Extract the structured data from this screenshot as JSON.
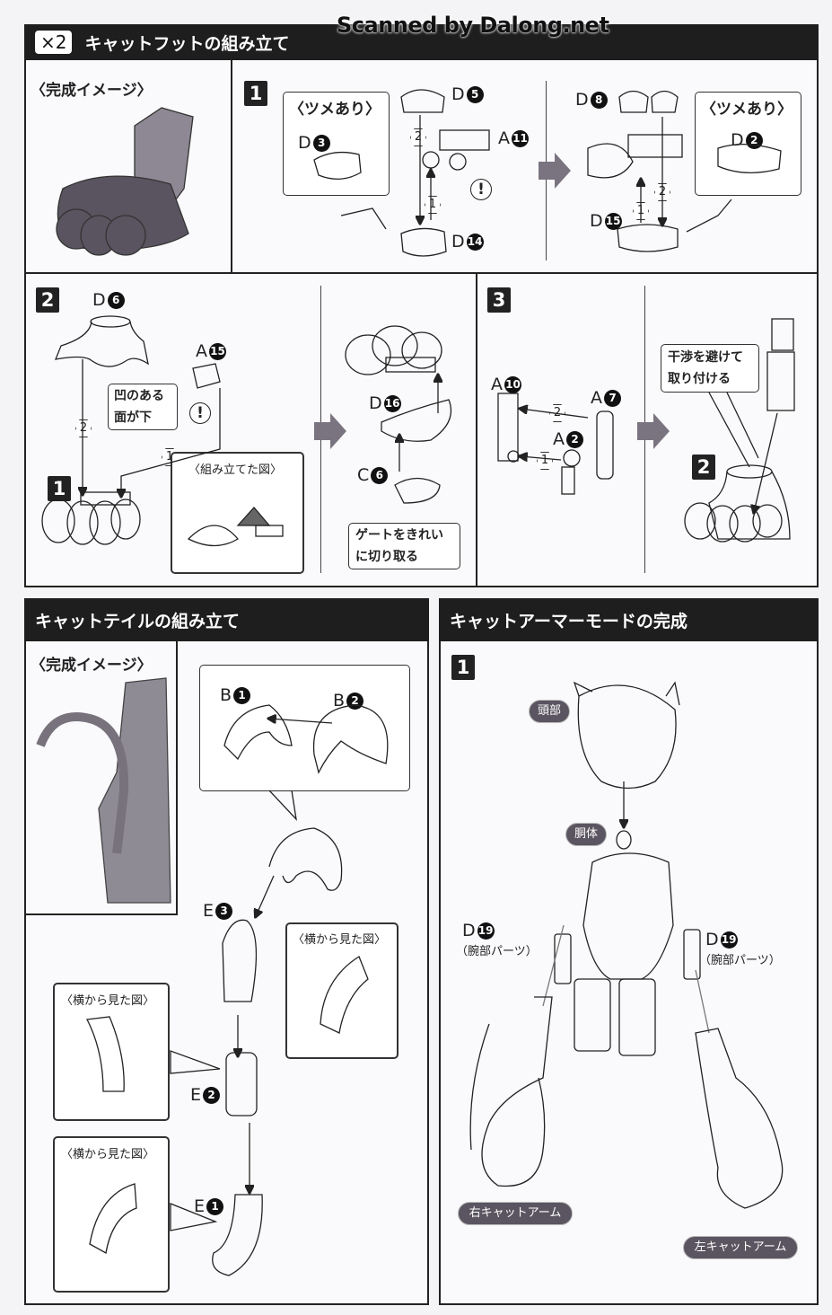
{
  "watermark": "Scanned by Dalong.net",
  "cat_foot": {
    "multiplier": "×2",
    "title": "キャットフットの組み立て",
    "preview_label": "〈完成イメージ〉",
    "step1": {
      "num": "1",
      "left_callout": "〈ツメあり〉",
      "right_callout": "〈ツメあり〉",
      "parts": {
        "d3": {
          "letter": "D",
          "num": "3"
        },
        "d5": {
          "letter": "D",
          "num": "5"
        },
        "a11": {
          "letter": "A",
          "num": "11"
        },
        "d14": {
          "letter": "D",
          "num": "14"
        },
        "d8": {
          "letter": "D",
          "num": "8"
        },
        "d2": {
          "letter": "D",
          "num": "2"
        },
        "d15": {
          "letter": "D",
          "num": "15"
        }
      },
      "order": [
        "1",
        "2"
      ],
      "warning": "!"
    },
    "step2": {
      "num": "2",
      "sub_num": "1",
      "note_face": "凹のある面が下",
      "assembled_label": "〈組み立てた図〉",
      "gate_note": "ゲートをきれいに切り取る",
      "parts": {
        "d6": {
          "letter": "D",
          "num": "6"
        },
        "a15": {
          "letter": "A",
          "num": "15"
        },
        "d16": {
          "letter": "D",
          "num": "16"
        },
        "c6": {
          "letter": "C",
          "num": "6"
        }
      },
      "order": [
        "1",
        "2"
      ],
      "warning": "!"
    },
    "step3": {
      "num": "3",
      "sub_num": "2",
      "note": "干渉を避けて取り付ける",
      "parts": {
        "a10": {
          "letter": "A",
          "num": "10"
        },
        "a7": {
          "letter": "A",
          "num": "7"
        },
        "a2": {
          "letter": "A",
          "num": "2"
        }
      },
      "order": [
        "1",
        "2"
      ]
    }
  },
  "cat_tail": {
    "title": "キャットテイルの組み立て",
    "preview_label": "〈完成イメージ〉",
    "side_view_label": "〈横から見た図〉",
    "parts": {
      "b1": {
        "letter": "B",
        "num": "1"
      },
      "b2": {
        "letter": "B",
        "num": "2"
      },
      "e3": {
        "letter": "E",
        "num": "3"
      },
      "e2": {
        "letter": "E",
        "num": "2"
      },
      "e1": {
        "letter": "E",
        "num": "1"
      }
    }
  },
  "armor_mode": {
    "title": "キャットアーマーモードの完成",
    "step_num": "1",
    "head": "頭部",
    "torso": "胴体",
    "arm_left_part": {
      "letter": "D",
      "num": "19",
      "caption": "（腕部パーツ）"
    },
    "arm_right_part": {
      "letter": "D",
      "num": "19",
      "caption": "（腕部パーツ）"
    },
    "right_arm": "右キャットアーム",
    "left_arm": "左キャットアーム"
  }
}
